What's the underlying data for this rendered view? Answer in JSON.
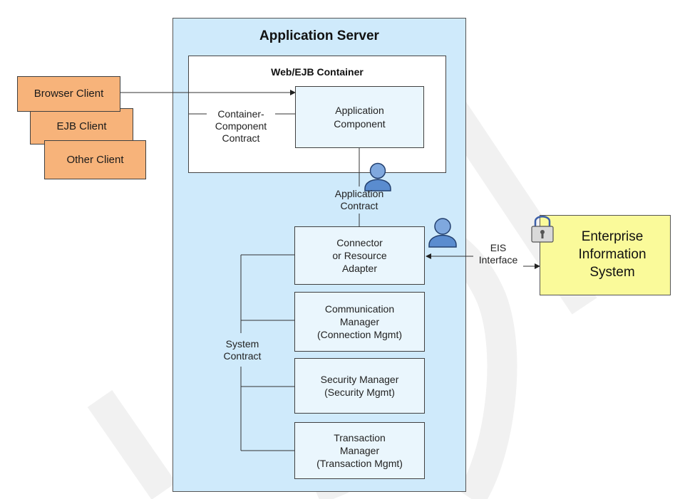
{
  "diagram": {
    "clients": [
      "Browser Client",
      "EJB Client",
      "Other Client"
    ],
    "app_server": {
      "title": "Application Server"
    },
    "container": {
      "title": "Web/EJB Container",
      "contract_label": "Container-\nComponent\nContract"
    },
    "app_component": "Application\nComponent",
    "application_contract": "Application\nContract",
    "connector": "Connector\nor Resource\nAdapter",
    "managers": [
      "Communication\nManager\n(Connection Mgmt)",
      "Security Manager\n(Security Mgmt)",
      "Transaction\nManager\n(Transaction Mgmt)"
    ],
    "system_contract": "System\nContract",
    "eis_interface": "EIS\nInterface",
    "eis": "Enterprise\nInformation\nSystem"
  },
  "colors": {
    "client_fill": "#f7b37a",
    "server_fill": "#cfeafb",
    "component_fill": "#eaf6fd",
    "eis_fill": "#fafa9a",
    "watermark": "#f0f0f0"
  },
  "icons": [
    "user-icon",
    "padlock-icon"
  ]
}
